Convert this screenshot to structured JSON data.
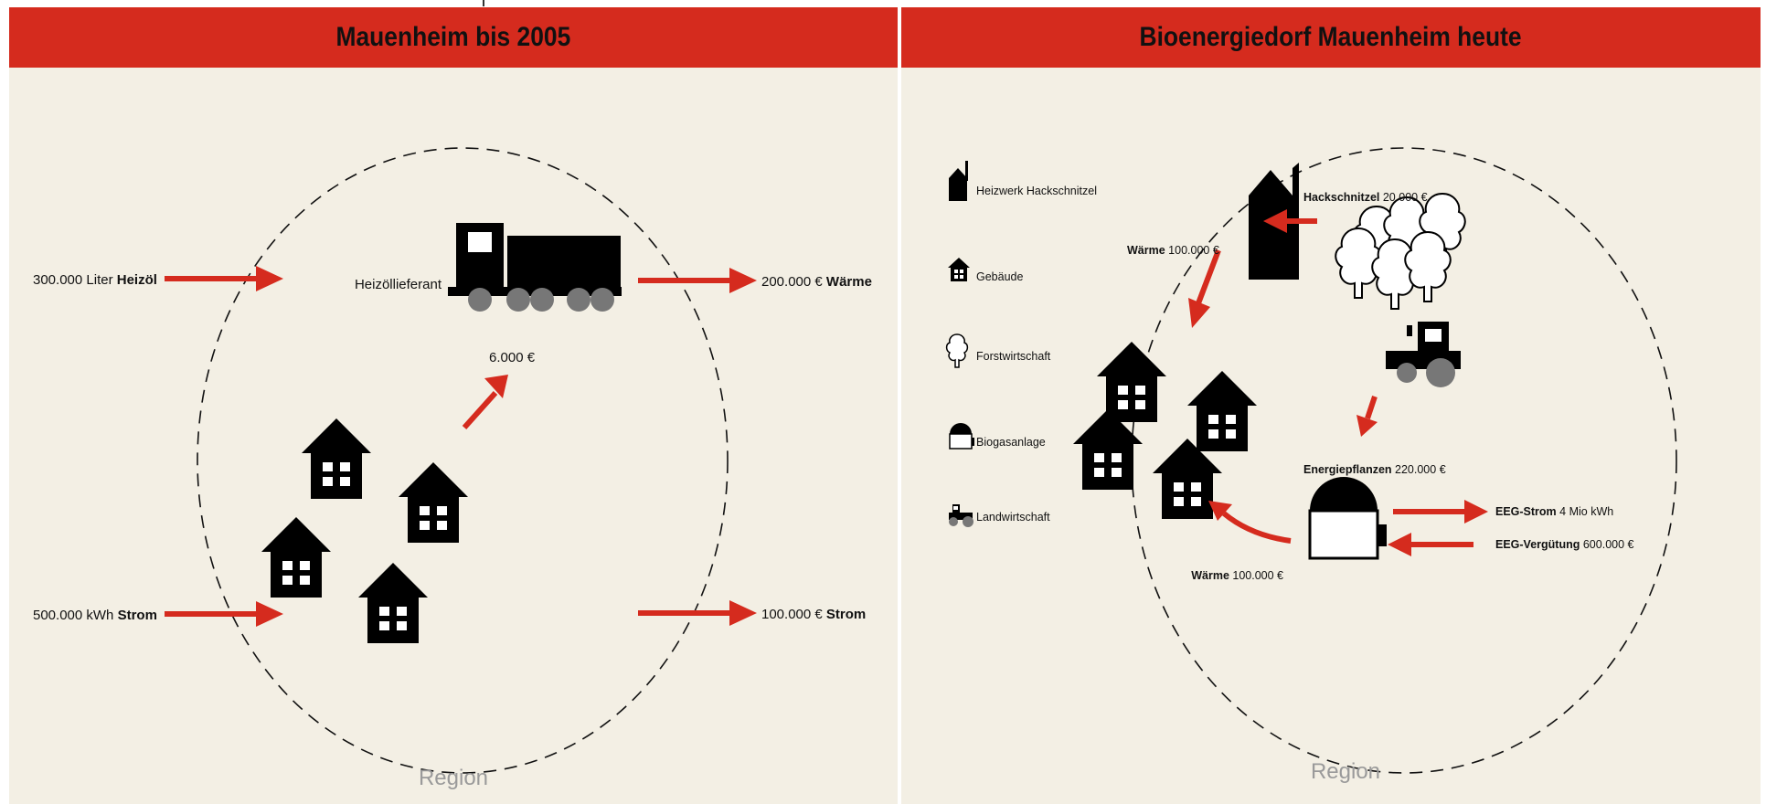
{
  "colors": {
    "header_bg": "#d52b1e",
    "panel_bg": "#f3efe4",
    "arrow": "#d52b1e",
    "icon": "#000000",
    "region_text": "#9a9a9a"
  },
  "left": {
    "title": "Mauenheim bis 2005",
    "input_oil": {
      "amount": "300.000 Liter",
      "item": "Heizöl"
    },
    "input_power": {
      "amount": "500.000 kWh",
      "item": "Strom"
    },
    "output_heat": {
      "amount": "200.000 €",
      "item": "Wärme"
    },
    "output_power": {
      "amount": "100.000 €",
      "item": "Strom"
    },
    "truck_label": "Heizöllieferant",
    "local_value": "6.000 €",
    "region_label": "Region"
  },
  "right": {
    "title": "Bioenergiedorf Mauenheim heute",
    "legend": [
      {
        "icon": "factory-icon",
        "label": "Heizwerk Hackschnitzel"
      },
      {
        "icon": "house-icon",
        "label": "Gebäude"
      },
      {
        "icon": "tree-icon",
        "label": "Forstwirtschaft"
      },
      {
        "icon": "biogas-icon",
        "label": "Biogasanlage"
      },
      {
        "icon": "tractor-icon",
        "label": "Landwirtschaft"
      }
    ],
    "chips": {
      "item": "Hackschnitzel",
      "amount": "20.000 €"
    },
    "heat_top": {
      "item": "Wärme",
      "amount": "100.000 €"
    },
    "heat_bottom": {
      "item": "Wärme",
      "amount": "100.000 €"
    },
    "energy_crops": {
      "item": "Energiepflanzen",
      "amount": "220.000 €"
    },
    "eeg_power": {
      "item": "EEG-Strom",
      "amount": "4 Mio kWh"
    },
    "eeg_pay": {
      "item": "EEG-Vergütung",
      "amount": "600.000 €"
    },
    "region_label": "Region"
  }
}
